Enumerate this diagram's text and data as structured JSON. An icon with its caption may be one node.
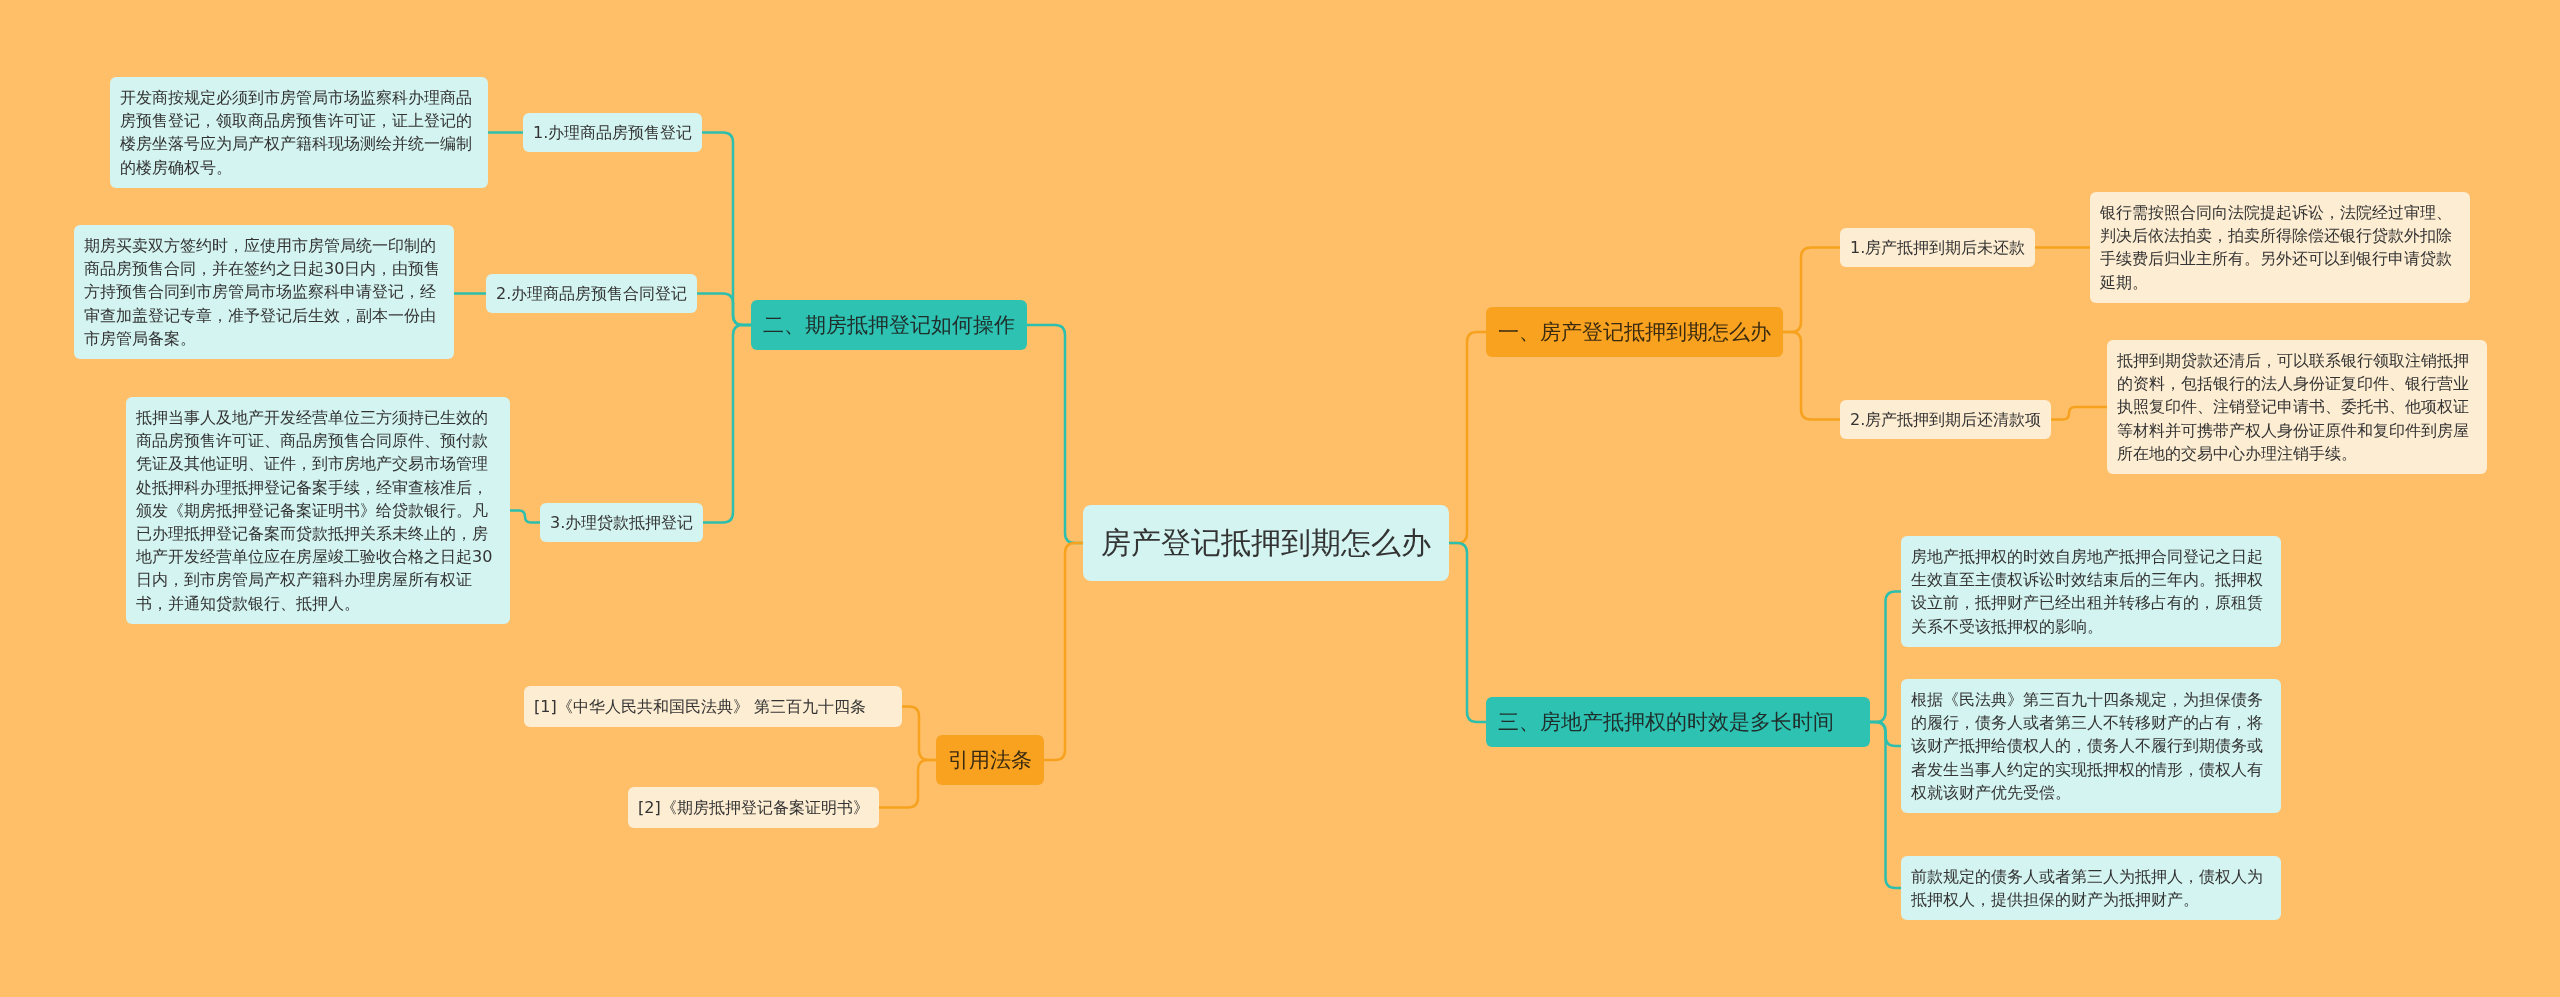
{
  "diagram": {
    "nodes": [
      {
        "text": [
          "房产登记抵押到期怎么办"
        ]
      },
      {
        "text": [
          "一、房产登记抵押到期怎么办"
        ]
      },
      {
        "text": [
          "1.房产抵押到期后未还款"
        ]
      },
      {
        "text": [
          "银行需按照合同向法院提起诉讼，法院经过审理、判决后依法拍卖，拍卖所得除偿还银行贷款外扣除手续费后归业主所有。另外还可以到银行申请贷款延期。"
        ]
      },
      {
        "text": [
          "2.房产抵押到期后还清款项"
        ]
      },
      {
        "text": [
          "抵押到期贷款还清后，可以联系银行领取注销抵押的资料，包括银行的法人身份证复印件、银行营业执照复印件、注销登记申请书、委托书、他项权证等材料并可携带产权人身份证原件和复印件到房屋所在地的交易中心办理注销手续。"
        ]
      },
      {
        "text": [
          "三、房地产抵押权的时效是多长时间"
        ]
      },
      {
        "text": [
          "房地产抵押权的时效自房地产抵押合同登记之日起生效直至主债权诉讼时效结束后的三年内。抵押权设立前，抵押财产已经出租并转移占有的，原租赁关系不受该抵押权的影响。"
        ]
      },
      {
        "text": [
          "根据《民法典》第三百九十四条规定，为担保债务的履行，债务人或者第三人不转移财产的占有，将该财产抵押给债权人的，债务人不履行到期债务或者发生当事人约定的实现抵押权的情形，债权人有权就该财产优先受偿。"
        ]
      },
      {
        "text": [
          "前款规定的债务人或者第三人为抵押人，债权人为抵押权人，提供担保的财产为抵押财产。"
        ]
      },
      {
        "text": [
          "二、期房抵押登记如何操作"
        ]
      },
      {
        "text": [
          "1.办理商品房预售登记"
        ]
      },
      {
        "text": [
          "开发商按规定必须到市房管局市场监察科办理商品房预售登记，领取商品房预售许可证，证上登记的楼房坐落号应为局产权产籍科现场测绘并统一编制的楼房确权号。"
        ]
      },
      {
        "text": [
          "2.办理商品房预售合同登记"
        ]
      },
      {
        "text": [
          "期房买卖双方签约时，应使用市房管局统一印制的商品房预售合同，并在签约之日起30日内，由预售方持预售合同到市房管局市场监察科申请登记，经审查加盖登记专章，准予登记后生效，副本一份由市房管局备案。"
        ]
      },
      {
        "text": [
          "3.办理贷款抵押登记"
        ]
      },
      {
        "text": [
          "抵押当事人及地产开发经营单位三方须持已生效的商品房预售许可证、商品房预售合同原件、预付款凭证及其他证明、证件，到市房地产交易市场管理处抵押科办理抵押登记备案手续，经审查核准后，颁发《期房抵押登记备案证明书》给贷款银行。凡已办理抵押登记备案而贷款抵押关系未终止的，房地产开发经营单位应在房屋竣工验收合格之日起30日内，到市房管局产权产籍科办理房屋所有权证书，并通知贷款银行、抵押人。"
        ]
      },
      {
        "text": [
          "引用法条"
        ]
      },
      {
        "text": [
          "[1]《中华人民共和国民法典》 第三百九十四条"
        ]
      },
      {
        "text": [
          "[2]《期房抵押登记备案证明书》"
        ]
      }
    ],
    "edges": [
      {
        "from": 0,
        "to": 1,
        "arrow": "none",
        "color": "#f6a21e"
      },
      {
        "from": 1,
        "to": 2,
        "arrow": "none",
        "color": "#f6a21e"
      },
      {
        "from": 2,
        "to": 3,
        "arrow": "none",
        "color": "#f6a21e"
      },
      {
        "from": 1,
        "to": 4,
        "arrow": "none",
        "color": "#f6a21e"
      },
      {
        "from": 4,
        "to": 5,
        "arrow": "none",
        "color": "#f6a21e"
      },
      {
        "from": 0,
        "to": 6,
        "arrow": "none"
      },
      {
        "from": 6,
        "to": 7,
        "arrow": "none"
      },
      {
        "from": 6,
        "to": 8,
        "arrow": "none"
      },
      {
        "from": 6,
        "to": 9,
        "arrow": "none"
      },
      {
        "from": 0,
        "to": 10,
        "arrow": "none"
      },
      {
        "from": 10,
        "to": 11,
        "arrow": "none"
      },
      {
        "from": 11,
        "to": 12,
        "arrow": "none"
      },
      {
        "from": 10,
        "to": 13,
        "arrow": "none"
      },
      {
        "from": 13,
        "to": 14,
        "arrow": "none"
      },
      {
        "from": 10,
        "to": 15,
        "arrow": "none"
      },
      {
        "from": 15,
        "to": 16,
        "arrow": "none"
      },
      {
        "from": 0,
        "to": 17,
        "arrow": "none",
        "color": "#f6a21e"
      },
      {
        "from": 17,
        "to": 18,
        "arrow": "none",
        "color": "#f6a21e"
      },
      {
        "from": 17,
        "to": 19,
        "arrow": "none",
        "color": "#f6a21e"
      }
    ]
  }
}
